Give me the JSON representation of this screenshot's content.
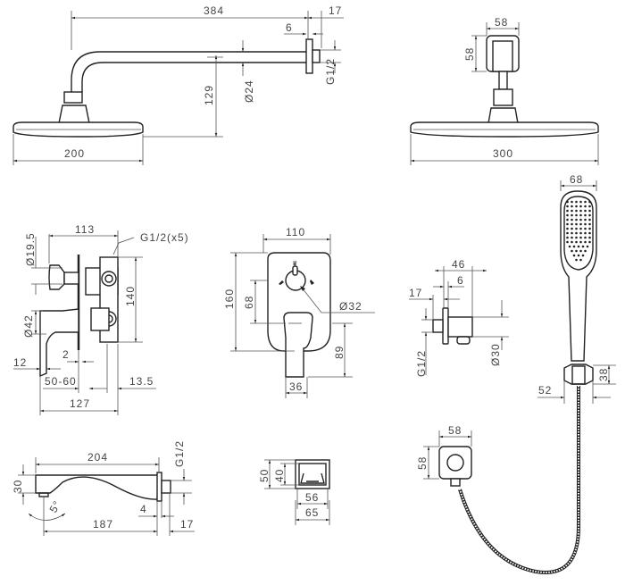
{
  "overhead_shower": {
    "arm_length": "384",
    "flange": "17",
    "flange_thickness": "6",
    "pipe_diameter": "Ø24",
    "thread": "G1/2",
    "drop": "129",
    "head_width": "200"
  },
  "overhead_shower_front": {
    "bracket_width": "58",
    "bracket_height": "58",
    "head_width": "300"
  },
  "concealed_body": {
    "outlet_diameter": "Ø19.5",
    "depth": "113",
    "thread": "G1/2(x5)",
    "height": "140",
    "diverter_diameter": "Ø42",
    "plate": "2",
    "lever": "12",
    "wall_range": "50-60",
    "offset": "13.5",
    "total_depth": "127"
  },
  "trim_plate": {
    "width": "110",
    "height": "160",
    "knob_offset": "68",
    "knob_diameter": "Ø32",
    "lever_height": "89",
    "lever_width": "36"
  },
  "wall_outlet": {
    "depth": "46",
    "flange": "6",
    "thread_depth": "17",
    "thread": "G1/2",
    "diameter": "Ø30"
  },
  "hand_shower": {
    "head_width": "68",
    "holder_height": "38",
    "holder_width": "52"
  },
  "spout": {
    "length": "204",
    "height": "30",
    "thread": "G1/2",
    "angle": "5°",
    "flange": "4",
    "projection": "187",
    "thread_length": "17"
  },
  "spout_front": {
    "outer_height": "50",
    "inner_height": "40",
    "inner_width": "56",
    "outer_width": "65"
  },
  "outlet_front": {
    "width": "58",
    "height": "58"
  }
}
